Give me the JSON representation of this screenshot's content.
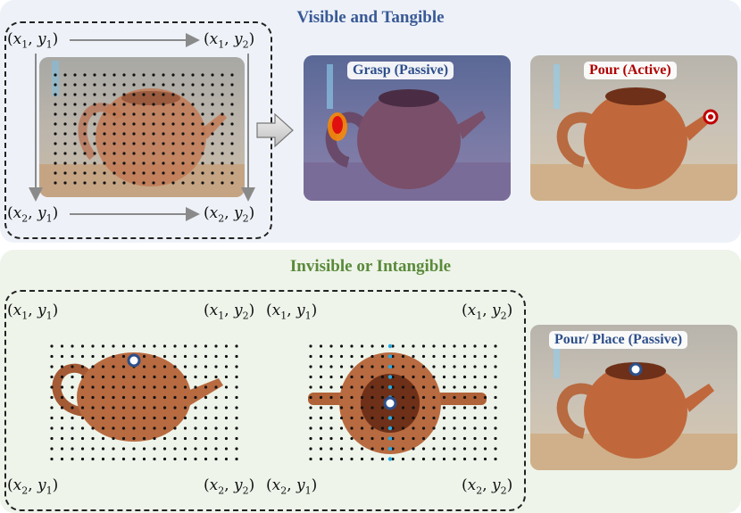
{
  "top": {
    "title": "Visible and Tangible",
    "title_color": "#3a5a96",
    "labels": {
      "grasp": "Grasp (Passive)",
      "pour": "Pour (Active)"
    },
    "label_colors": {
      "grasp": "#2d4f8a",
      "pour": "#b00000"
    }
  },
  "bottom": {
    "title": "Invisible or Intangible",
    "title_color": "#5a8a3a",
    "labels": {
      "place": "Pour/ Place (Passive)"
    },
    "label_colors": {
      "place": "#2d4f8a"
    }
  },
  "coords": {
    "x1y1": "x1, y1",
    "x1y2": "x1, y2",
    "x2y1": "x2, y1",
    "x2y2": "x2, y2"
  },
  "icons": [
    "right-arrow-icon",
    "contact-point-icon",
    "heatmap-icon"
  ]
}
